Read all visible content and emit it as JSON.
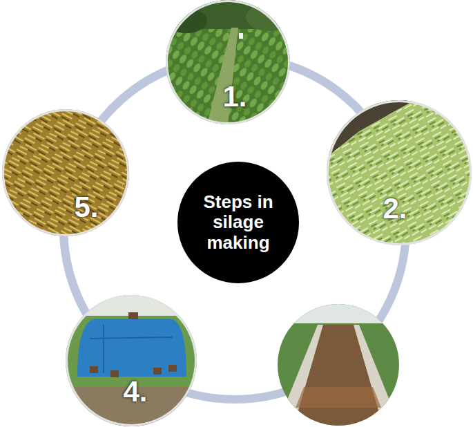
{
  "diagram": {
    "nodes": [
      {
        "text": [
          "Steps in silage making"
        ]
      },
      {
        "text": [
          "1."
        ]
      },
      {
        "text": [
          "2."
        ]
      },
      {
        "text": [
          "4."
        ]
      },
      {
        "text": [
          "5."
        ]
      }
    ],
    "edges": [
      {
        "from": 1,
        "to": 2,
        "arrow": "none"
      },
      {
        "from": 3,
        "to": 4,
        "arrow": "none"
      },
      {
        "from": 4,
        "to": 1,
        "arrow": "none"
      }
    ]
  }
}
